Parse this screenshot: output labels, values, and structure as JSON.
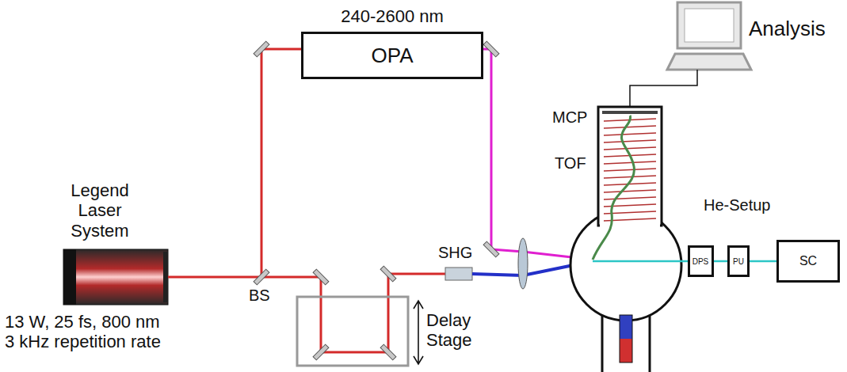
{
  "diagram": {
    "nodes": [
      {
        "text": [
          "OPA"
        ]
      },
      {
        "text": [
          "DPS"
        ]
      },
      {
        "text": [
          "PU"
        ]
      },
      {
        "text": [
          "SC"
        ]
      }
    ],
    "edges": [
      {
        "from": 1,
        "to": 2,
        "arrow": "none"
      },
      {
        "from": 2,
        "to": 3,
        "arrow": "none"
      }
    ],
    "labels": [
      "Legend Laser System",
      "13 W, 25 fs, 800 nm 3 kHz repetition rate",
      "BS",
      "240-2600 nm",
      "Delay Stage",
      "SHG",
      "MCP",
      "TOF",
      "Analysis",
      "He-Setup"
    ]
  }
}
